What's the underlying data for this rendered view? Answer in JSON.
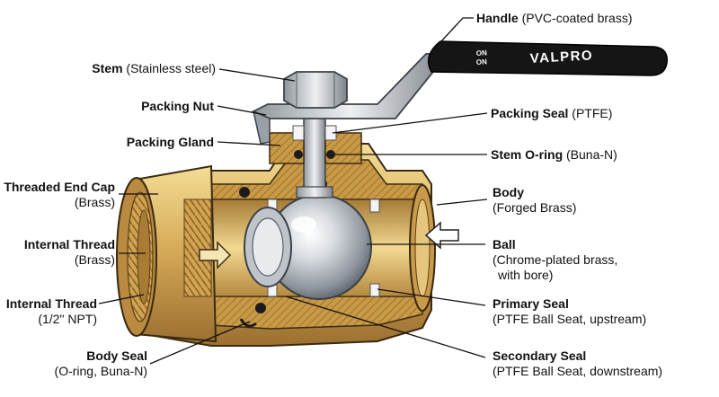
{
  "valve": {
    "handle_brand": "VALPRO",
    "handle_marking_1": "ON",
    "handle_marking_2": "ON"
  },
  "labels": {
    "handle": {
      "name": "Handle",
      "detail": "(PVC-coated brass)"
    },
    "stem": {
      "name": "Stem",
      "detail": "(Stainless steel)"
    },
    "packing_nut": {
      "name": "Packing Nut"
    },
    "packing_gland": {
      "name": "Packing Gland"
    },
    "packing_seal": {
      "name": "Packing Seal",
      "detail": "(PTFE)"
    },
    "stem_oring": {
      "name": "Stem O-ring",
      "detail": "(Buna-N)"
    },
    "threaded_end_cap": {
      "name": "Threaded End Cap",
      "detail": "(Brass)"
    },
    "internal_thread_a": {
      "name": "Internal Thread",
      "detail": "(Brass)"
    },
    "internal_thread_b": {
      "name": "Internal Thread",
      "detail": "(1/2\" NPT)"
    },
    "body_seal": {
      "name": "Body Seal",
      "detail": "(O-ring, Buna-N)"
    },
    "body": {
      "name": "Body",
      "detail": "(Forged Brass)"
    },
    "ball": {
      "name": "Ball",
      "detail_1": "(Chrome-plated brass,",
      "detail_2": "with bore)"
    },
    "primary_seal": {
      "name": "Primary Seal",
      "detail": "(PTFE Ball Seat, upstream)"
    },
    "secondary_seal": {
      "name": "Secondary Seal",
      "detail": "(PTFE Ball Seat, downstream)"
    }
  },
  "colors": {
    "brass_light": "#e8c97a",
    "brass_mid": "#c99a45",
    "brass_dark": "#8a6226",
    "steel": "#c8ccd2",
    "handle_black": "#151515",
    "seal_white": "#f4f4f4",
    "oring_black": "#1c1c1c"
  }
}
